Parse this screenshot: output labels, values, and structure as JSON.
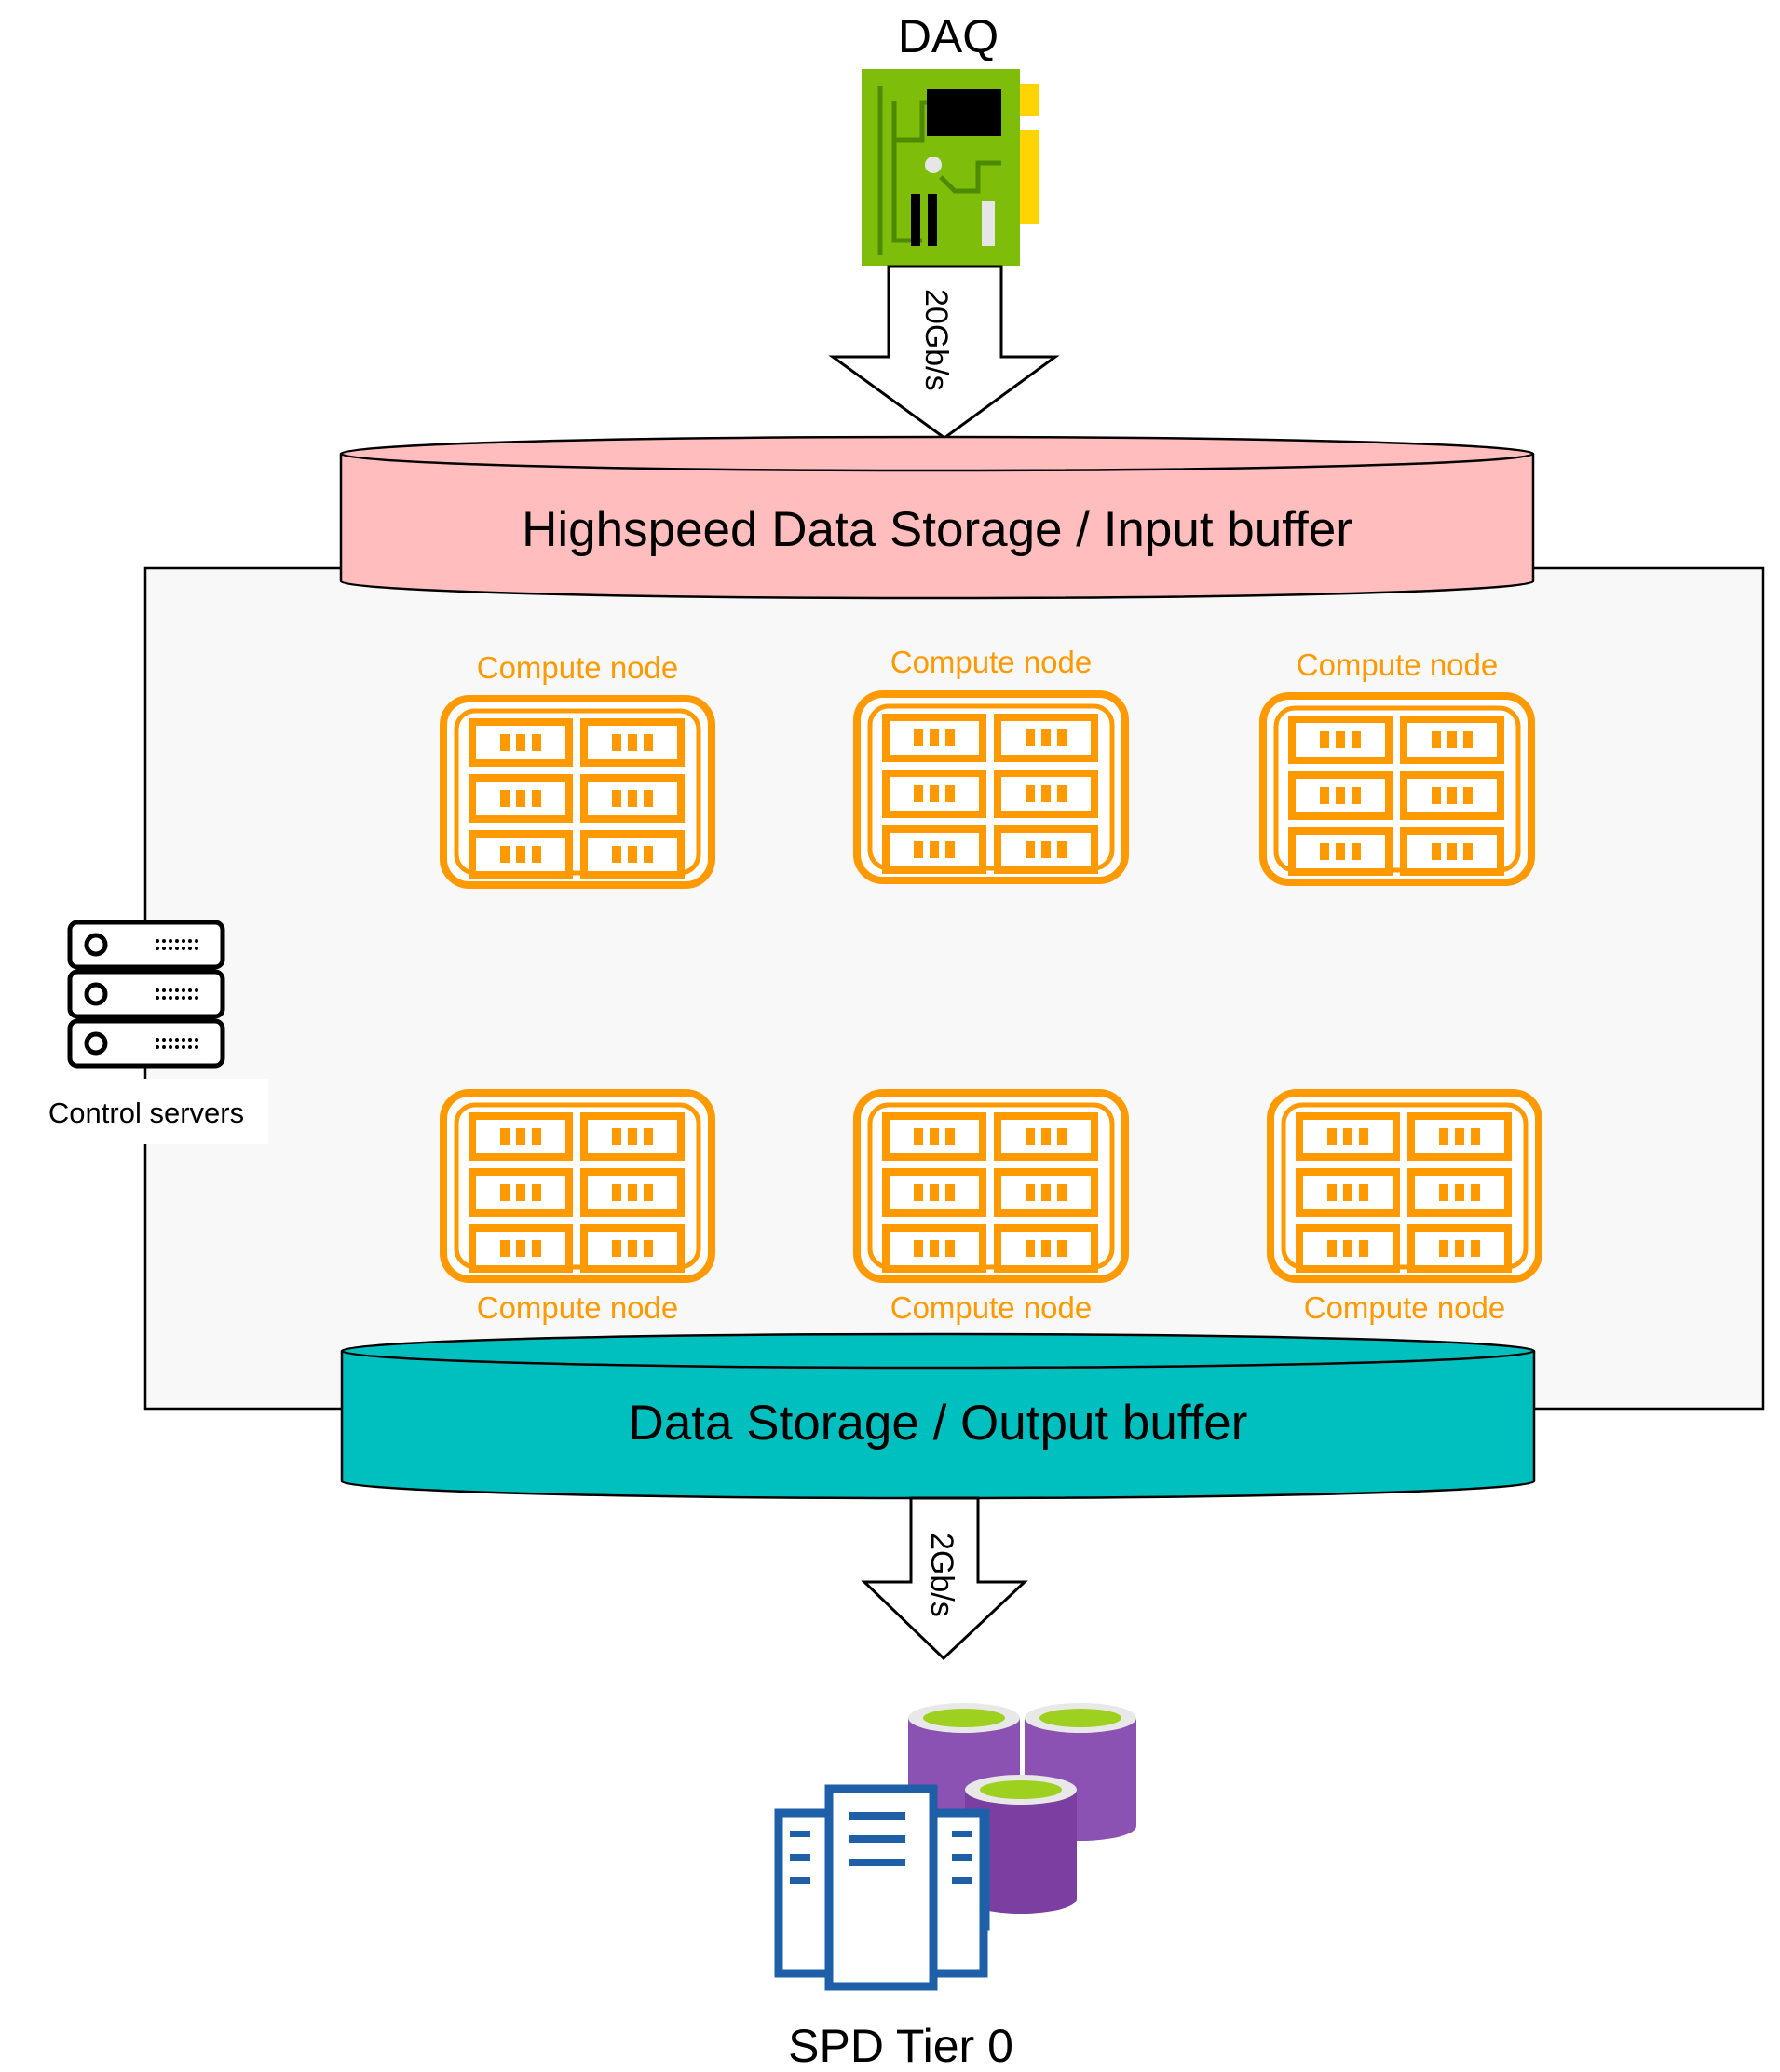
{
  "daq": {
    "title": "DAQ"
  },
  "arrows": {
    "input_rate": "20Gb/s",
    "output_rate": "2Gb/s"
  },
  "input_buffer": {
    "label": "Highspeed Data Storage / Input buffer",
    "color": "#ffbdbd"
  },
  "output_buffer": {
    "label": "Data Storage / Output buffer",
    "color": "#00bfbf"
  },
  "control": {
    "label": "Control servers"
  },
  "nodes": {
    "top": [
      "Compute node",
      "Compute node",
      "Compute node"
    ],
    "bottom": [
      "Compute node",
      "Compute node",
      "Compute node"
    ],
    "color": "#ff9900"
  },
  "tier": {
    "label": "SPD Tier 0"
  }
}
